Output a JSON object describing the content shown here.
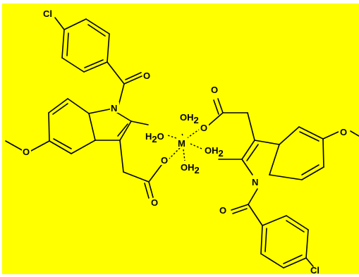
{
  "diagram": {
    "background_color": "#ffff00",
    "line_color": "#000000",
    "metal": "M",
    "ligands": {
      "water_symbol": "H",
      "water_subscript": "2",
      "water_oxygen": "O",
      "carboxylate_oxygen": "O"
    },
    "left_molecule": {
      "chlorine": "Cl",
      "carbonyl_oxygen": "O",
      "indole_nitrogen": "N",
      "methoxy_oxygen": "O",
      "carboxyl_oxygen": "O",
      "carboxyl_carbonyl_oxygen": "O"
    },
    "right_molecule": {
      "chlorine": "Cl",
      "carbonyl_oxygen": "O",
      "indole_nitrogen": "N",
      "methoxy_oxygen": "O",
      "carboxyl_oxygen": "O",
      "carboxyl_carbonyl_oxygen": "O"
    }
  }
}
